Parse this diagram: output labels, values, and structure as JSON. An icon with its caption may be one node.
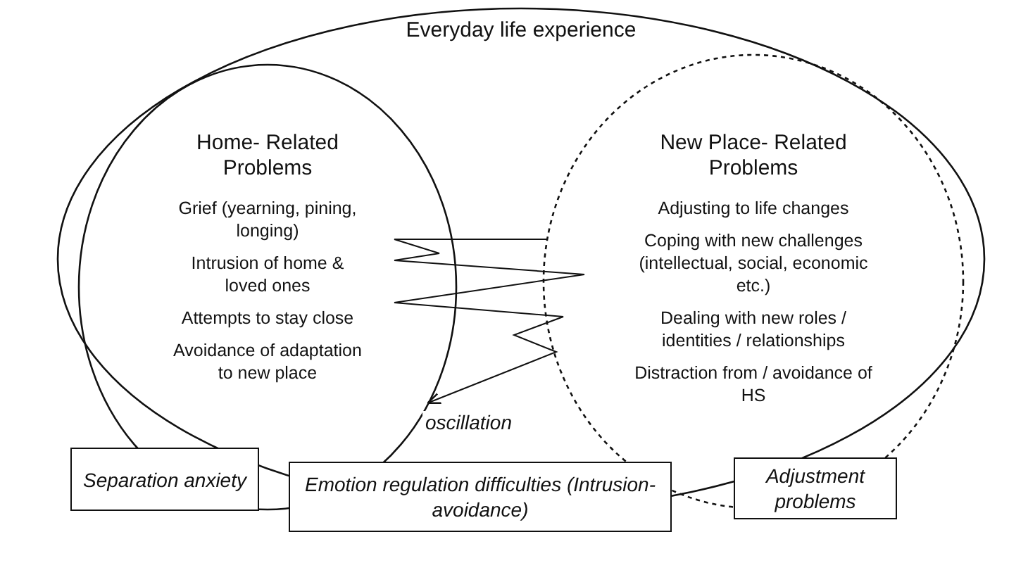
{
  "diagram": {
    "nodes": [
      {
        "text": [
          "Everyday life experience"
        ]
      },
      {
        "text": [
          "Home- Related Problems",
          "Grief (yearning, pining, longing)",
          "Intrusion of home & loved ones",
          "Attempts to stay close",
          "Avoidance of adaptation to new place"
        ],
        "in": 0
      },
      {
        "text": [
          "New Place- Related Problems",
          "Adjusting to life changes",
          "Coping with new challenges (intellectual, social, economic etc.)",
          "Dealing with new roles / identities / relationships",
          "Distraction from / avoidance of HS"
        ],
        "in": 0
      },
      {
        "text": [
          "Separation anxiety"
        ]
      },
      {
        "text": [
          "Emotion regulation difficulties (Intrusion-avoidance)"
        ]
      },
      {
        "text": [
          "Adjustment problems"
        ]
      }
    ],
    "edges": [
      {
        "from": 2,
        "to": 1,
        "arrow": "to",
        "label": "oscillation"
      }
    ]
  }
}
